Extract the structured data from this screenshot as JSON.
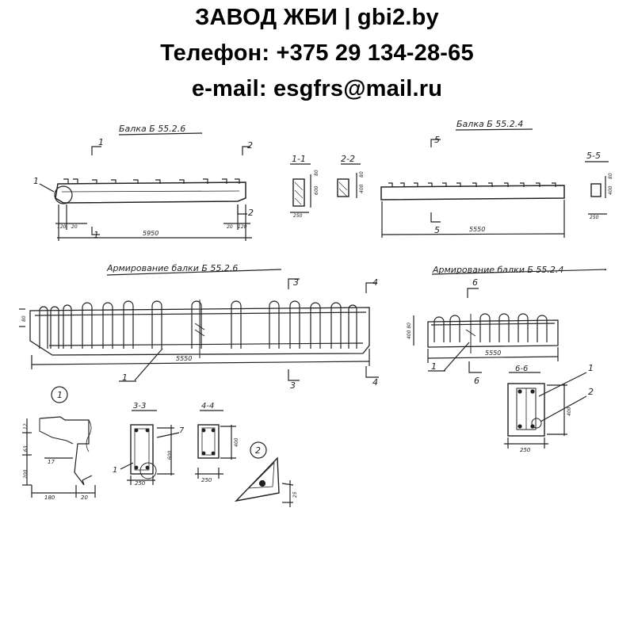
{
  "header": {
    "line1": "ЗАВОД ЖБИ | gbi2.by",
    "line2": "Телефон: +375 29 134-28-65",
    "line3": "e-mail: esgfrs@mail.ru"
  },
  "drawing": {
    "beam1_title": "Балка Б 55.2.6",
    "beam2_title": "Балка Б 55.2.4",
    "arm1_title": "Армирование балки Б 55.2.6",
    "arm2_title": "Армирование балки Б 55.2.4",
    "sec_1": "1-1",
    "sec_2": "2-2",
    "sec_5": "5-5",
    "sec_3": "3-3",
    "sec_4": "4-4",
    "sec_6": "6-6",
    "cut_1": "1",
    "cut_2": "2",
    "cut_3": "3",
    "cut_4": "4",
    "cut_5": "5",
    "cut_6": "6",
    "len_5950": "5950",
    "len_5550a": "5550",
    "len_5550b": "5550",
    "len_5550c": "5550",
    "dim_120": "120",
    "dim_20a": "20",
    "dim_20b": "20",
    "dim_120b": "120",
    "dim_600a": "600",
    "dim_80a": "80",
    "dim_250a": "250",
    "dim_400a": "400",
    "dim_80b": "80",
    "dim_400b": "400",
    "dim_80c": "80",
    "dim_250b": "250",
    "dim_400_80": "400 80",
    "dim_80_top": "80",
    "dim_12": "12",
    "dim_63": "63",
    "dim_200": "200",
    "dim_17": "17",
    "dim_180": "180",
    "dim_20c": "20",
    "dim_600b": "600",
    "dim_250c": "250",
    "dim_400c": "400",
    "dim_250d": "250",
    "dim_400d": "400",
    "dim_250e": "250",
    "dim_25": "25",
    "pos_1a": "1",
    "pos_1b": "1",
    "pos_1c": "1",
    "pos_1d": "1",
    "pos_1e": "1",
    "pos_2": "2",
    "pos_7": "7",
    "node_1": "1",
    "node_2": "2"
  }
}
